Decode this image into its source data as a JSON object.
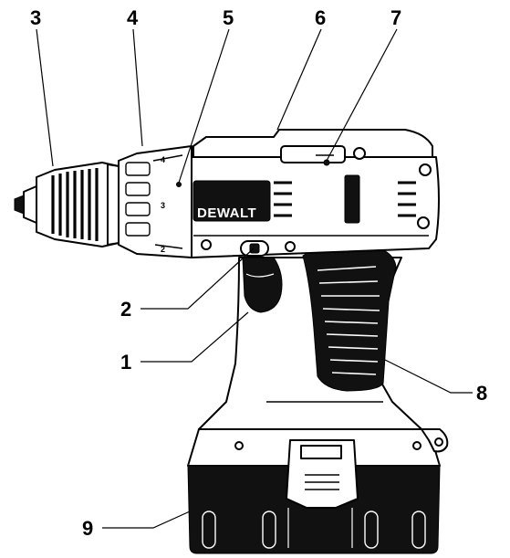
{
  "figure": {
    "brand_logo_text": "DEWALT",
    "clutch_dial_numbers": [
      "4",
      "3",
      "2"
    ],
    "callouts": [
      {
        "label": "1"
      },
      {
        "label": "2"
      },
      {
        "label": "3"
      },
      {
        "label": "4"
      },
      {
        "label": "5"
      },
      {
        "label": "6"
      },
      {
        "label": "7"
      },
      {
        "label": "8"
      },
      {
        "label": "9"
      }
    ]
  }
}
